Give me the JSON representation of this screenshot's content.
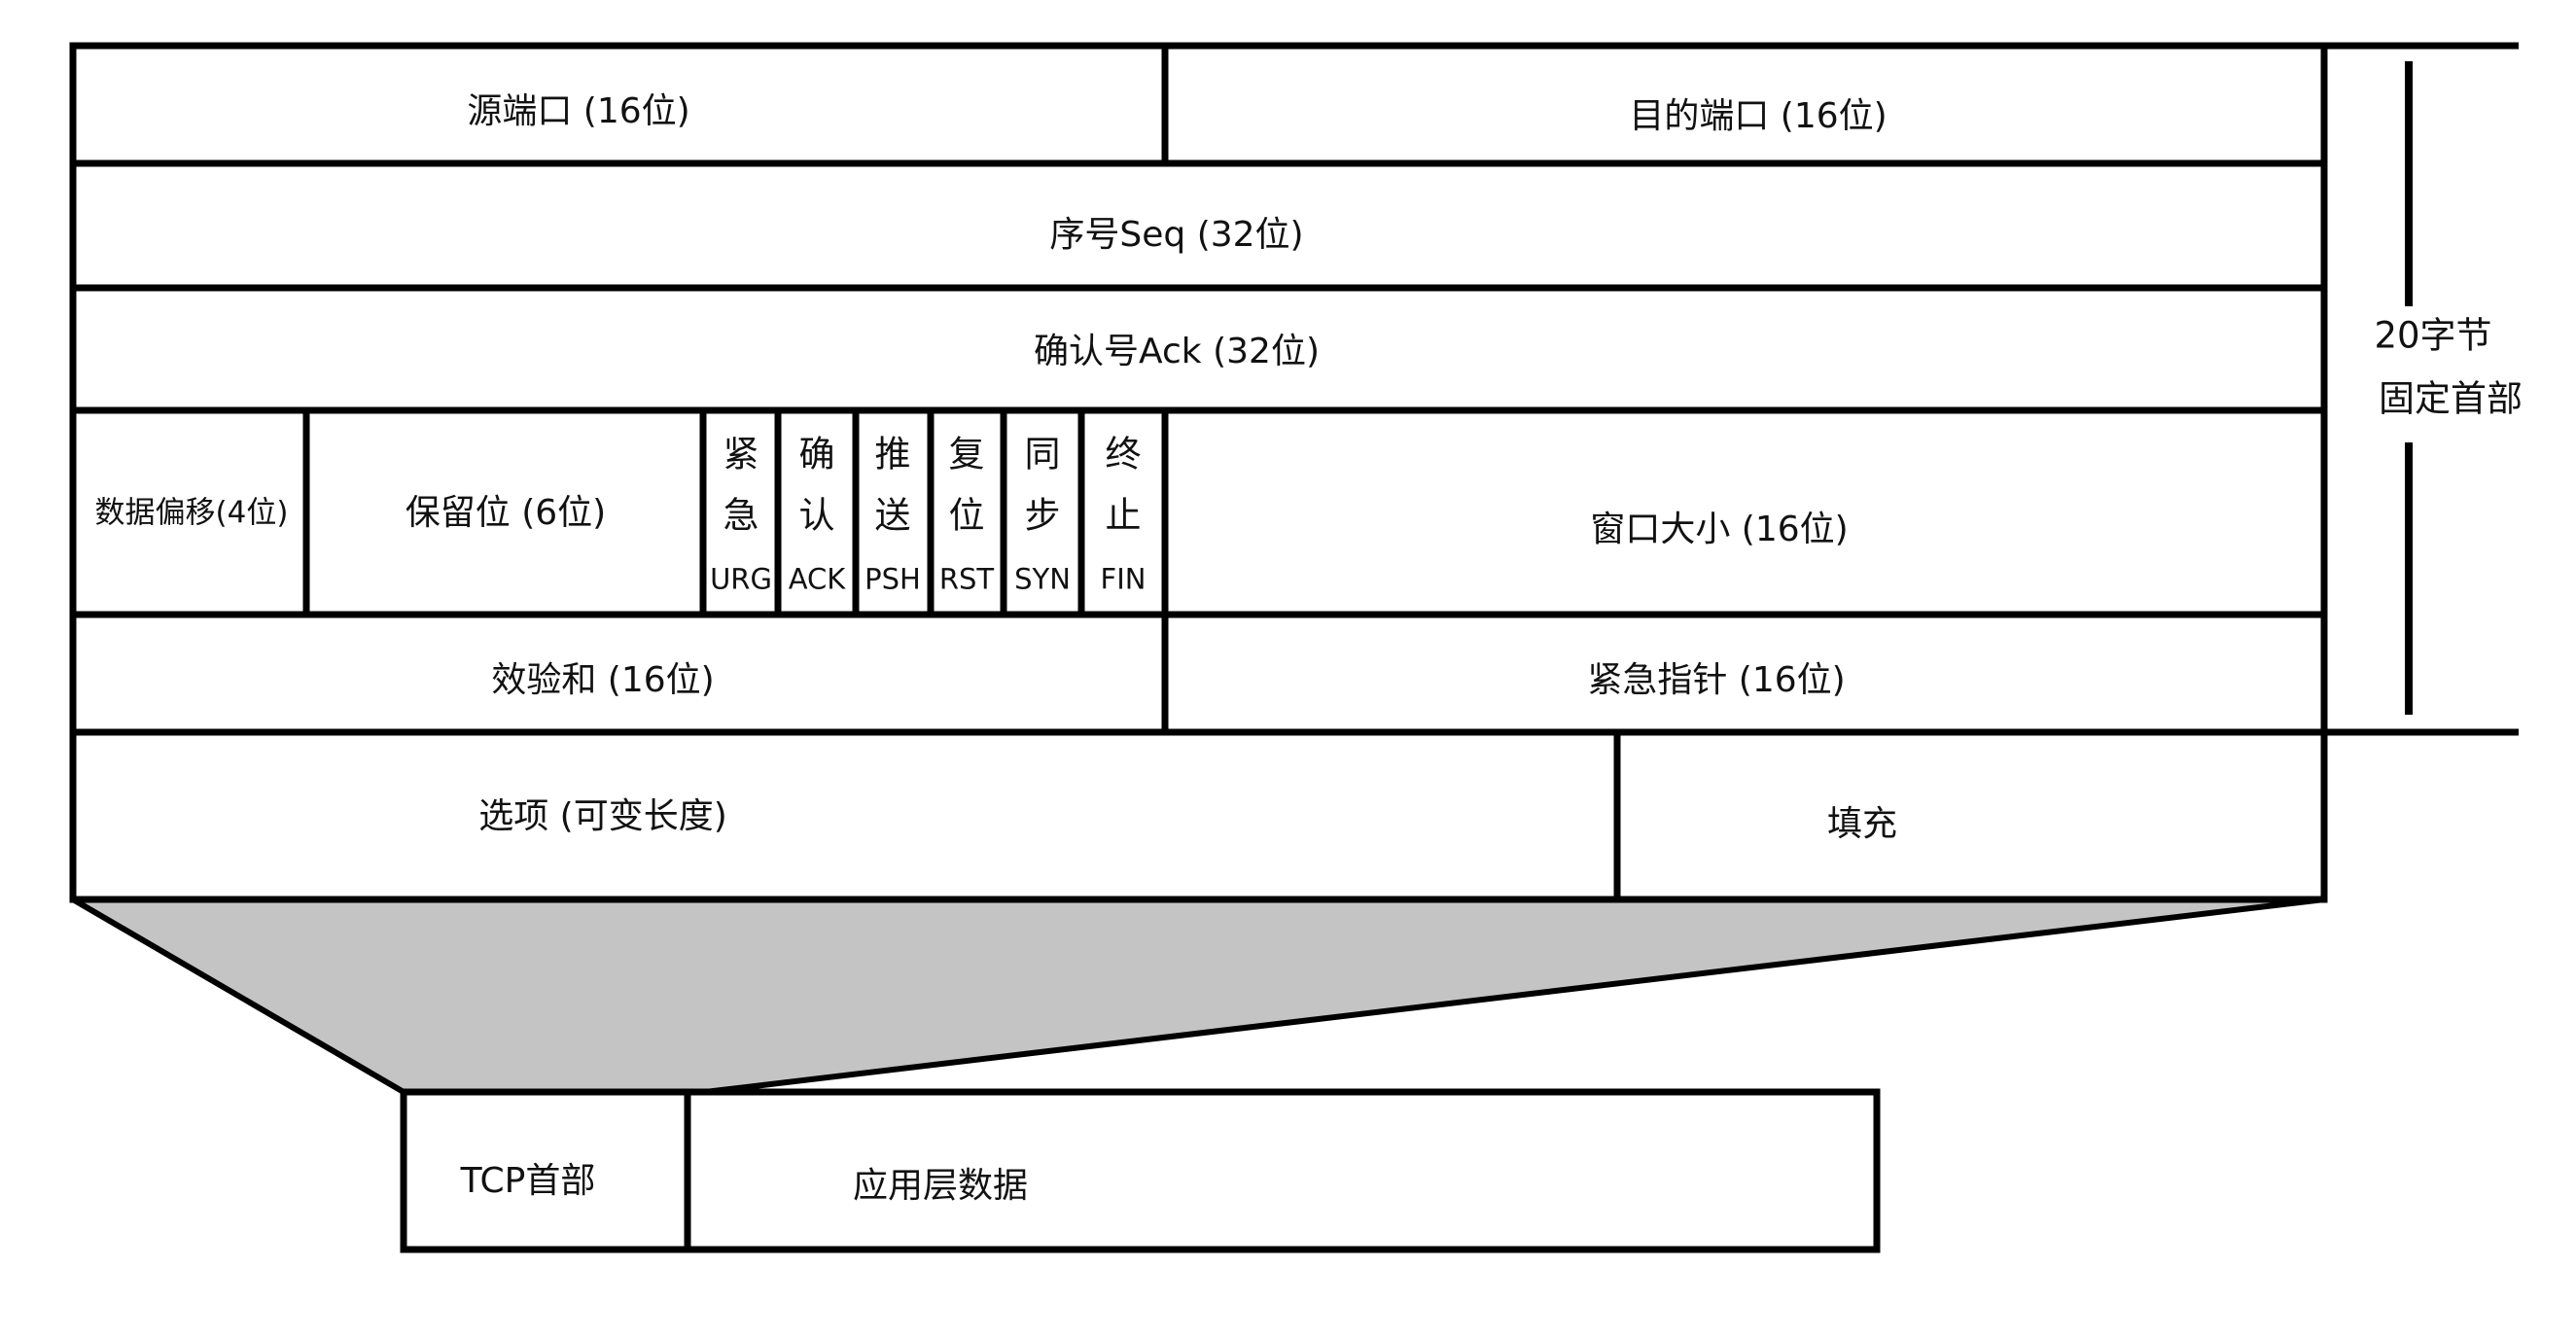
{
  "header_fields": {
    "source_port": "源端口 (16位)",
    "dest_port": "目的端口 (16位)",
    "seq": "序号Seq (32位)",
    "ack": "确认号Ack (32位)",
    "data_offset": "数据偏移(4位)",
    "reserved": "保留位 (6位)",
    "window": "窗口大小 (16位)",
    "checksum": "效验和 (16位)",
    "urgent_pointer": "紧急指针 (16位)",
    "options": "选项 (可变长度)",
    "padding": "填充"
  },
  "flags": [
    {
      "cn_top": "紧",
      "cn_bottom": "急",
      "en": "URG"
    },
    {
      "cn_top": "确",
      "cn_bottom": "认",
      "en": "ACK"
    },
    {
      "cn_top": "推",
      "cn_bottom": "送",
      "en": "PSH"
    },
    {
      "cn_top": "复",
      "cn_bottom": "位",
      "en": "RST"
    },
    {
      "cn_top": "同",
      "cn_bottom": "步",
      "en": "SYN"
    },
    {
      "cn_top": "终",
      "cn_bottom": "止",
      "en": "FIN"
    }
  ],
  "fixed_header_note": {
    "line1": "20字节",
    "line2": "固定首部"
  },
  "segment": {
    "header": "TCP首部",
    "data": "应用层数据"
  },
  "colors": {
    "line": "#000000",
    "funnel_fill": "#c4c4c4",
    "background": "#ffffff"
  }
}
